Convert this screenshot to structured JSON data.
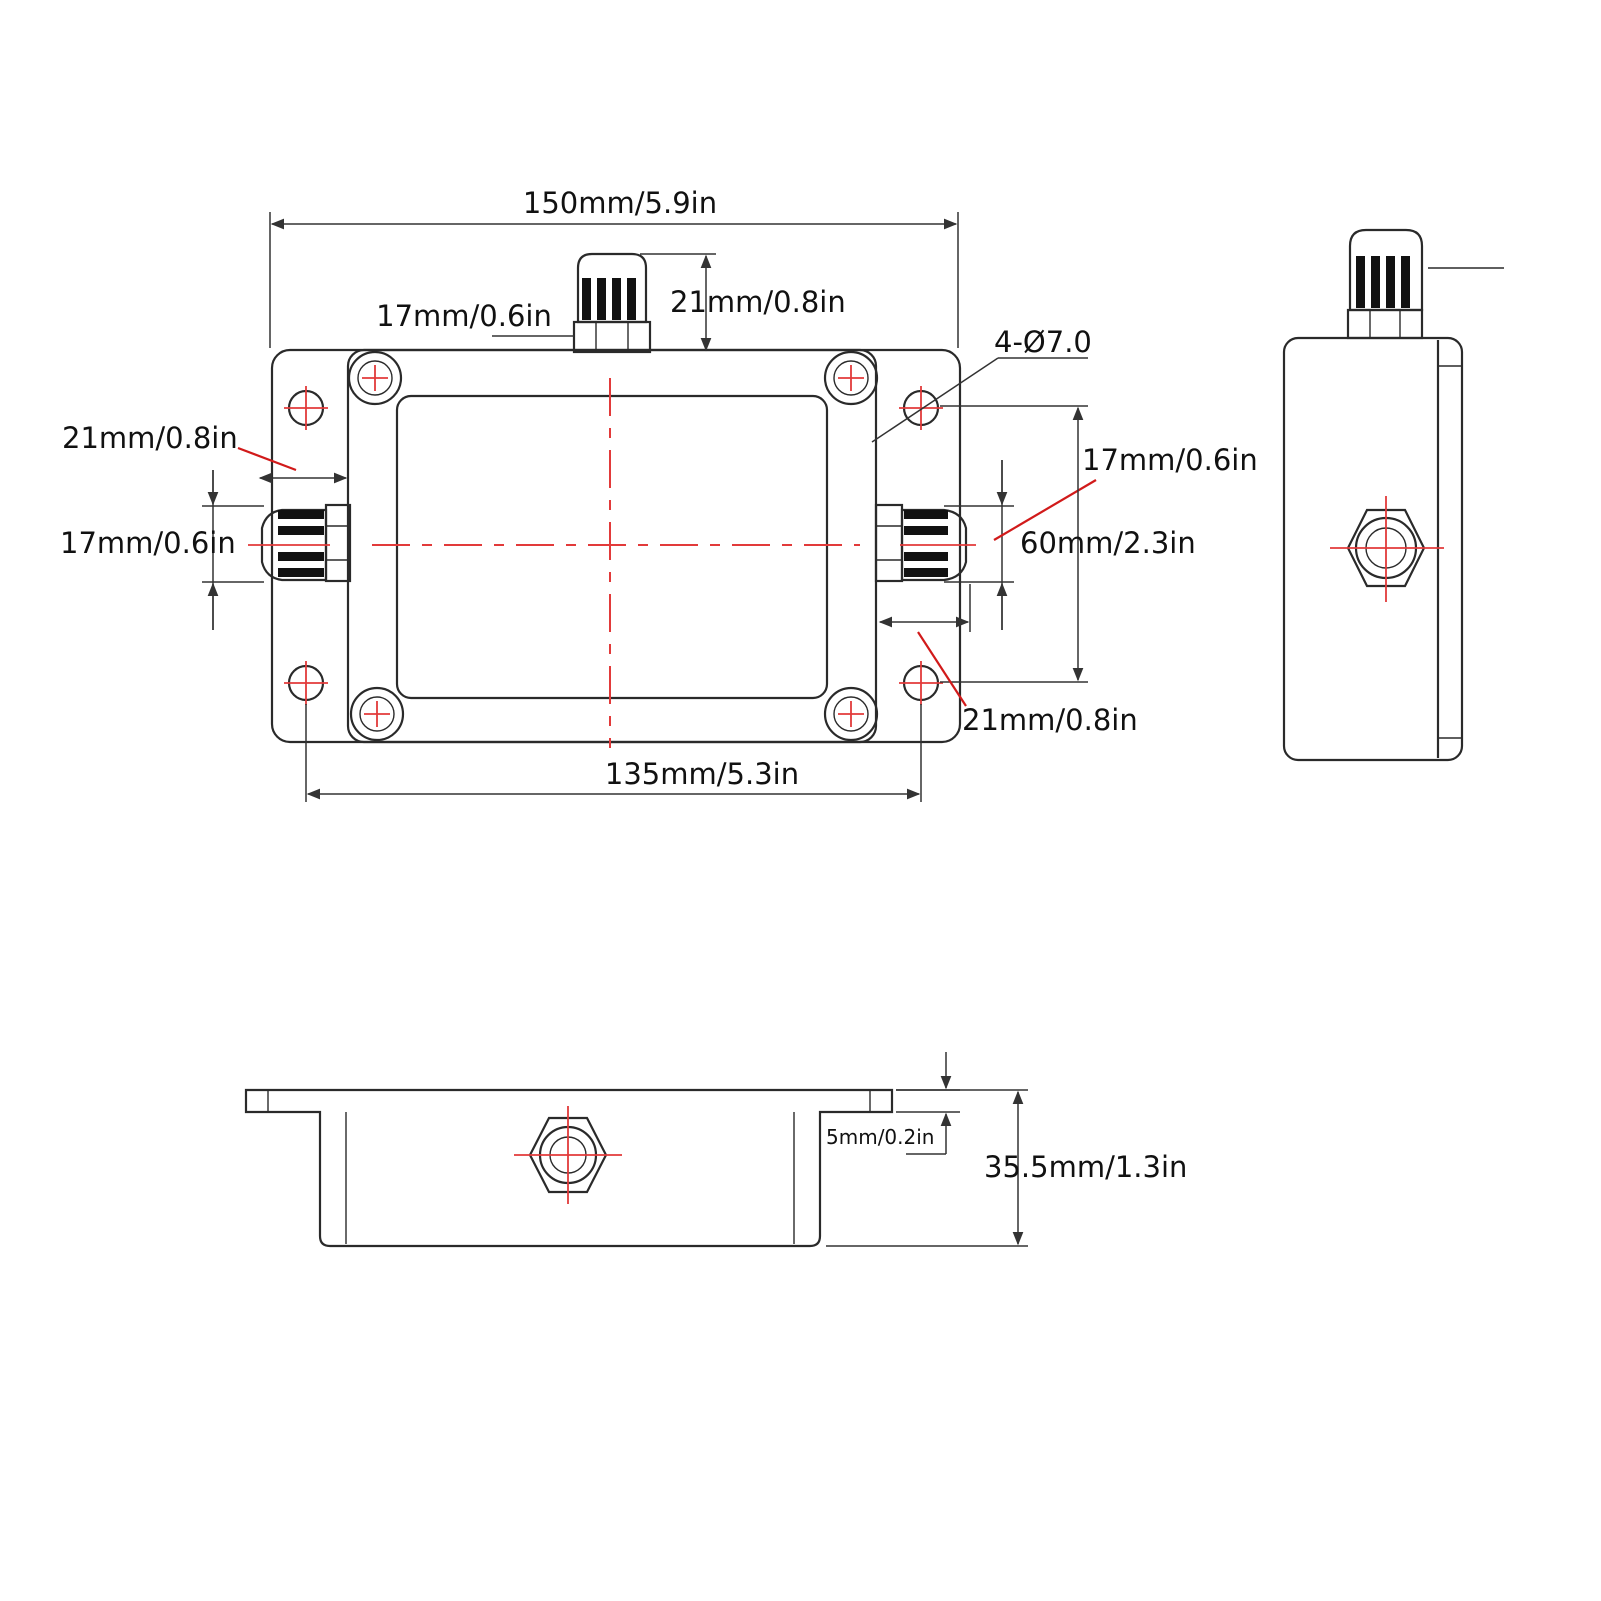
{
  "colors": {
    "outline": "#2a2a2a",
    "centerline": "#e23a3a",
    "leader": "#d11a1a",
    "text": "#111111"
  },
  "dimensions": {
    "overall_width": "150mm/5.9in",
    "top_gland_width": "17mm/0.6in",
    "top_gland_height": "21mm/0.8in",
    "hole_spec": "4-Ø7.0",
    "left_gland_length": "21mm/0.8in",
    "left_gland_width": "17mm/0.6in",
    "right_gland_width": "17mm/0.6in",
    "hole_spacing_vertical": "60mm/2.3in",
    "right_gland_length": "21mm/0.8in",
    "hole_spacing_horizontal": "135mm/5.3in",
    "flange_thickness": "5mm/0.2in",
    "overall_height": "35.5mm/1.3in"
  }
}
